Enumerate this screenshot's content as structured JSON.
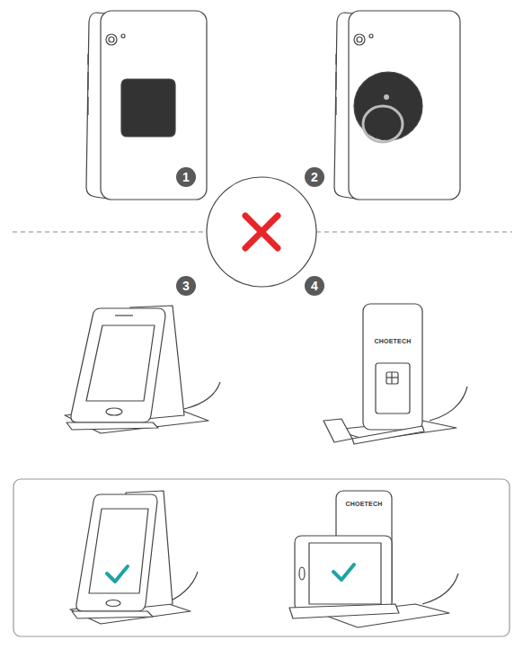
{
  "diagram": {
    "nodes": [
      {
        "text": [
          "1"
        ]
      },
      {
        "text": [
          "2"
        ]
      },
      {
        "text": [
          "3"
        ]
      },
      {
        "text": [
          "4"
        ]
      }
    ],
    "labels": [
      "CHOETECH",
      "CHOETECH"
    ]
  }
}
